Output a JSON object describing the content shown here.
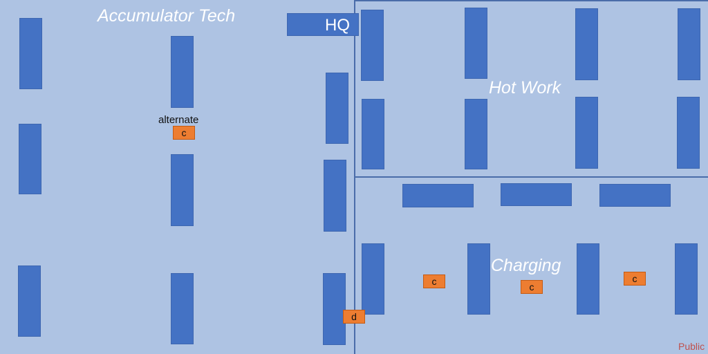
{
  "zones": {
    "accumulator_tech": "Accumulator Tech",
    "hot_work": "Hot Work",
    "charging": "Charging"
  },
  "hq": {
    "label": "HQ"
  },
  "markers": {
    "alternate_note": "alternate",
    "c": "c",
    "d": "d"
  },
  "footer": {
    "classification": "Public"
  },
  "colors": {
    "background": "#aec3e3",
    "rack": "#4472c4",
    "marker": "#ed7d31",
    "divider": "#4a6ca9",
    "zone_text": "#ffffff",
    "classification_text": "#c0504d"
  }
}
